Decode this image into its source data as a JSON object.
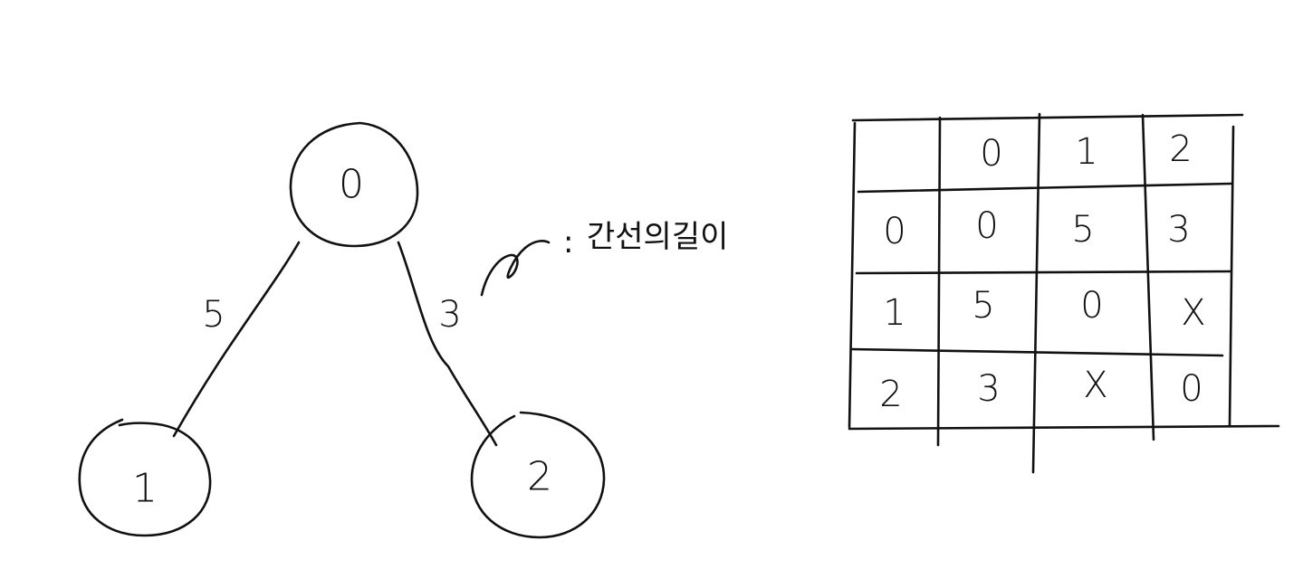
{
  "graph": {
    "nodes": [
      {
        "id": "n0",
        "label": "0"
      },
      {
        "id": "n1",
        "label": "1"
      },
      {
        "id": "n2",
        "label": "2"
      }
    ],
    "edges": [
      {
        "from": "0",
        "to": "1",
        "weight": "5"
      },
      {
        "from": "0",
        "to": "2",
        "weight": "3"
      }
    ],
    "annotation": {
      "separator": ":",
      "text": "간선의길이"
    }
  },
  "matrix": {
    "column_headers": [
      "",
      "0",
      "1",
      "2"
    ],
    "rows": [
      {
        "header": "0",
        "cells": [
          "0",
          "5",
          "3"
        ]
      },
      {
        "header": "1",
        "cells": [
          "5",
          "0",
          "X"
        ]
      },
      {
        "header": "2",
        "cells": [
          "3",
          "X",
          "0"
        ]
      }
    ]
  },
  "style": {
    "ink_color": "#111111",
    "background": "#ffffff"
  }
}
